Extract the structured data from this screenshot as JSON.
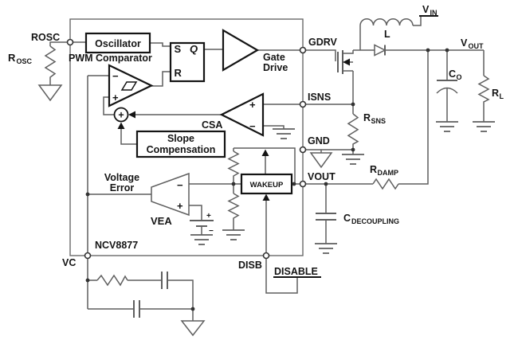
{
  "chip": {
    "part_number": "NCV8877"
  },
  "pins": {
    "rosc": "ROSC",
    "gdrv": "GDRV",
    "isns": "ISNS",
    "gnd": "GND",
    "vout": "VOUT",
    "vc": "VC",
    "disb": "DISB"
  },
  "blocks": {
    "oscillator": "Oscillator",
    "pwm_comparator": "PWM Comparator",
    "latch_s": "S",
    "latch_q": "Q",
    "latch_r": "R",
    "gate_drive_line1": "Gate",
    "gate_drive_line2": "Drive",
    "csa": "CSA",
    "slope_line1": "Slope",
    "slope_line2": "Compensation",
    "voltage_error_line1": "Voltage",
    "voltage_error_line2": "Error",
    "vea": "VEA",
    "wakeup": "WAKEUP"
  },
  "external": {
    "disable": "DISABLE",
    "vin_main": "V",
    "vin_sub": "IN",
    "vout_main": "V",
    "vout_sub": "OUT",
    "inductor": "L",
    "co_main": "C",
    "co_sub": "O",
    "rl_main": "R",
    "rl_sub": "L",
    "rsns_main": "R",
    "rsns_sub": "SNS",
    "rdamp_main": "R",
    "rdamp_sub": "DAMP",
    "cdec_main": "C",
    "cdec_sub": "DECOUPLING",
    "rosc_main": "R",
    "rosc_sub": "OSC"
  },
  "marks": {
    "plus": "+",
    "minus": "−"
  },
  "colors": {
    "wire": "#5f5f5f",
    "block_stroke": "#141414",
    "background": "#ffffff"
  }
}
